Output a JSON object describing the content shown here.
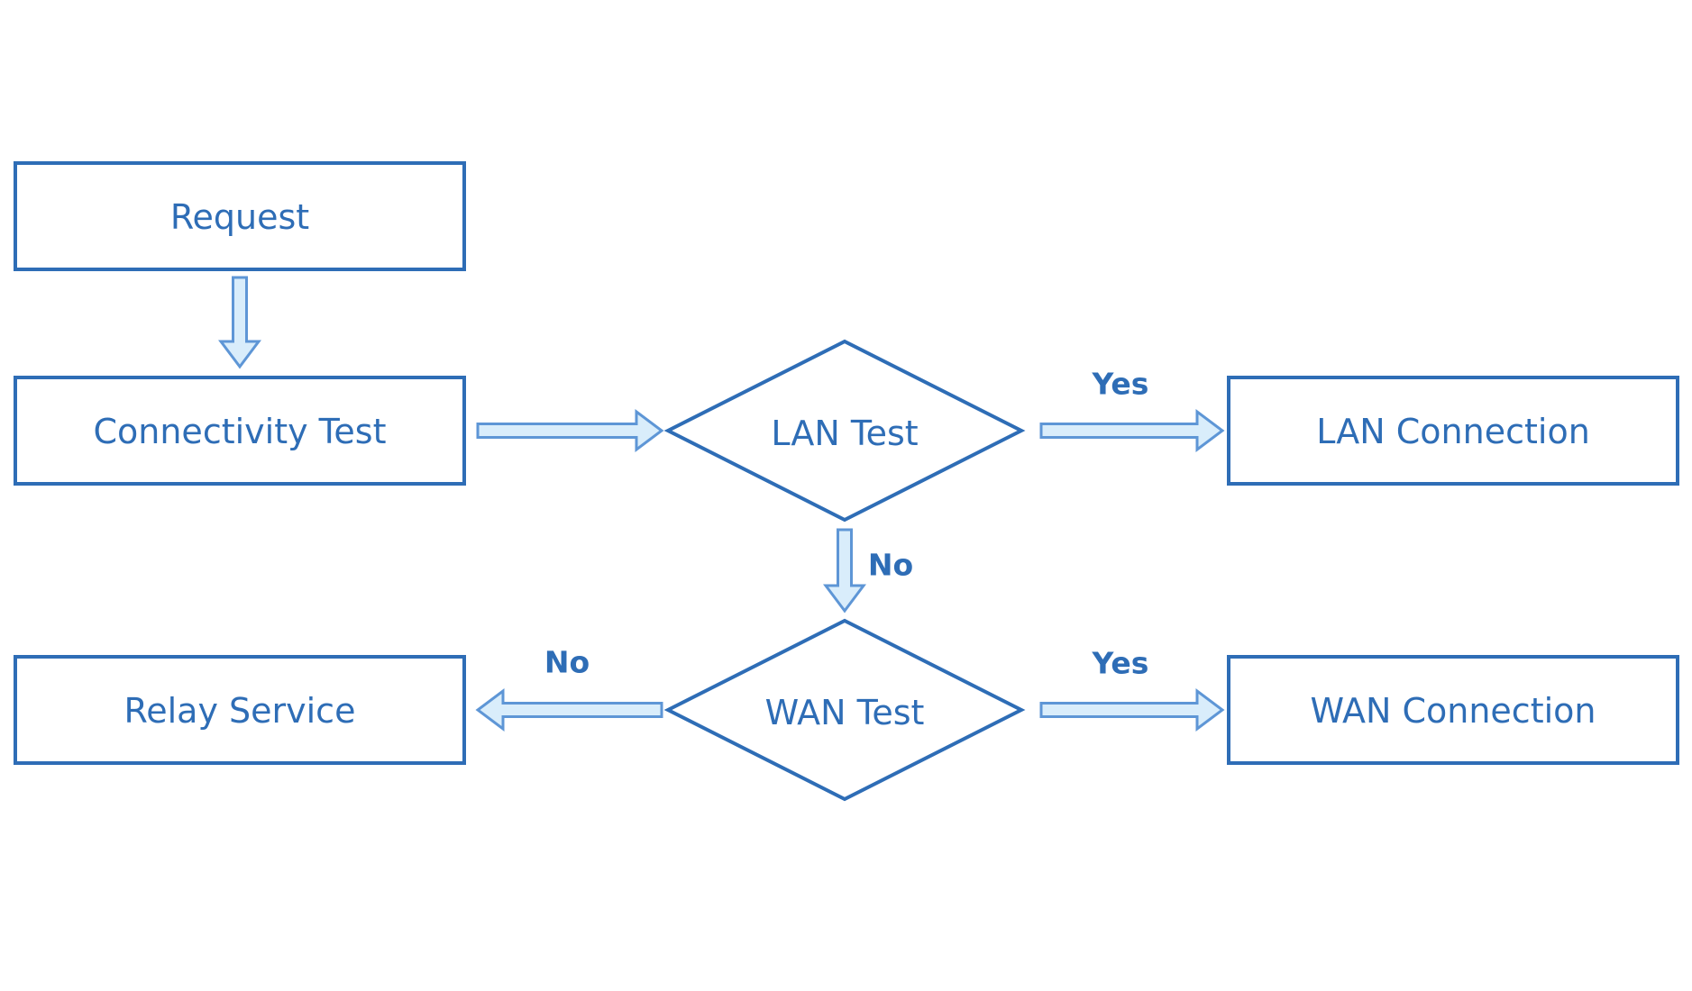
{
  "diagram": {
    "type": "flowchart",
    "colors": {
      "background": "#ffffff",
      "node_border": "#2e6db6",
      "node_text": "#2e6db6",
      "arrow_fill": "#d9edfb",
      "arrow_stroke": "#5e96d6",
      "edge_label_text": "#2e6db6"
    },
    "nodes": {
      "request": {
        "label": "Request",
        "type": "process"
      },
      "connectivity_test": {
        "label": "Connectivity Test",
        "type": "process"
      },
      "lan_test": {
        "label": "LAN Test",
        "type": "decision"
      },
      "lan_connection": {
        "label": "LAN Connection",
        "type": "process"
      },
      "wan_test": {
        "label": "WAN Test",
        "type": "decision"
      },
      "wan_connection": {
        "label": "WAN Connection",
        "type": "process"
      },
      "relay_service": {
        "label": "Relay Service",
        "type": "process"
      }
    },
    "edges": {
      "request_to_connectivity": {
        "from": "request",
        "to": "connectivity_test",
        "label": ""
      },
      "connectivity_to_lan_test": {
        "from": "connectivity_test",
        "to": "lan_test",
        "label": ""
      },
      "lan_test_to_lan_connection": {
        "from": "lan_test",
        "to": "lan_connection",
        "label": "Yes"
      },
      "lan_test_to_wan_test": {
        "from": "lan_test",
        "to": "wan_test",
        "label": "No"
      },
      "wan_test_to_wan_connection": {
        "from": "wan_test",
        "to": "wan_connection",
        "label": "Yes"
      },
      "wan_test_to_relay_service": {
        "from": "wan_test",
        "to": "relay_service",
        "label": "No"
      }
    }
  }
}
